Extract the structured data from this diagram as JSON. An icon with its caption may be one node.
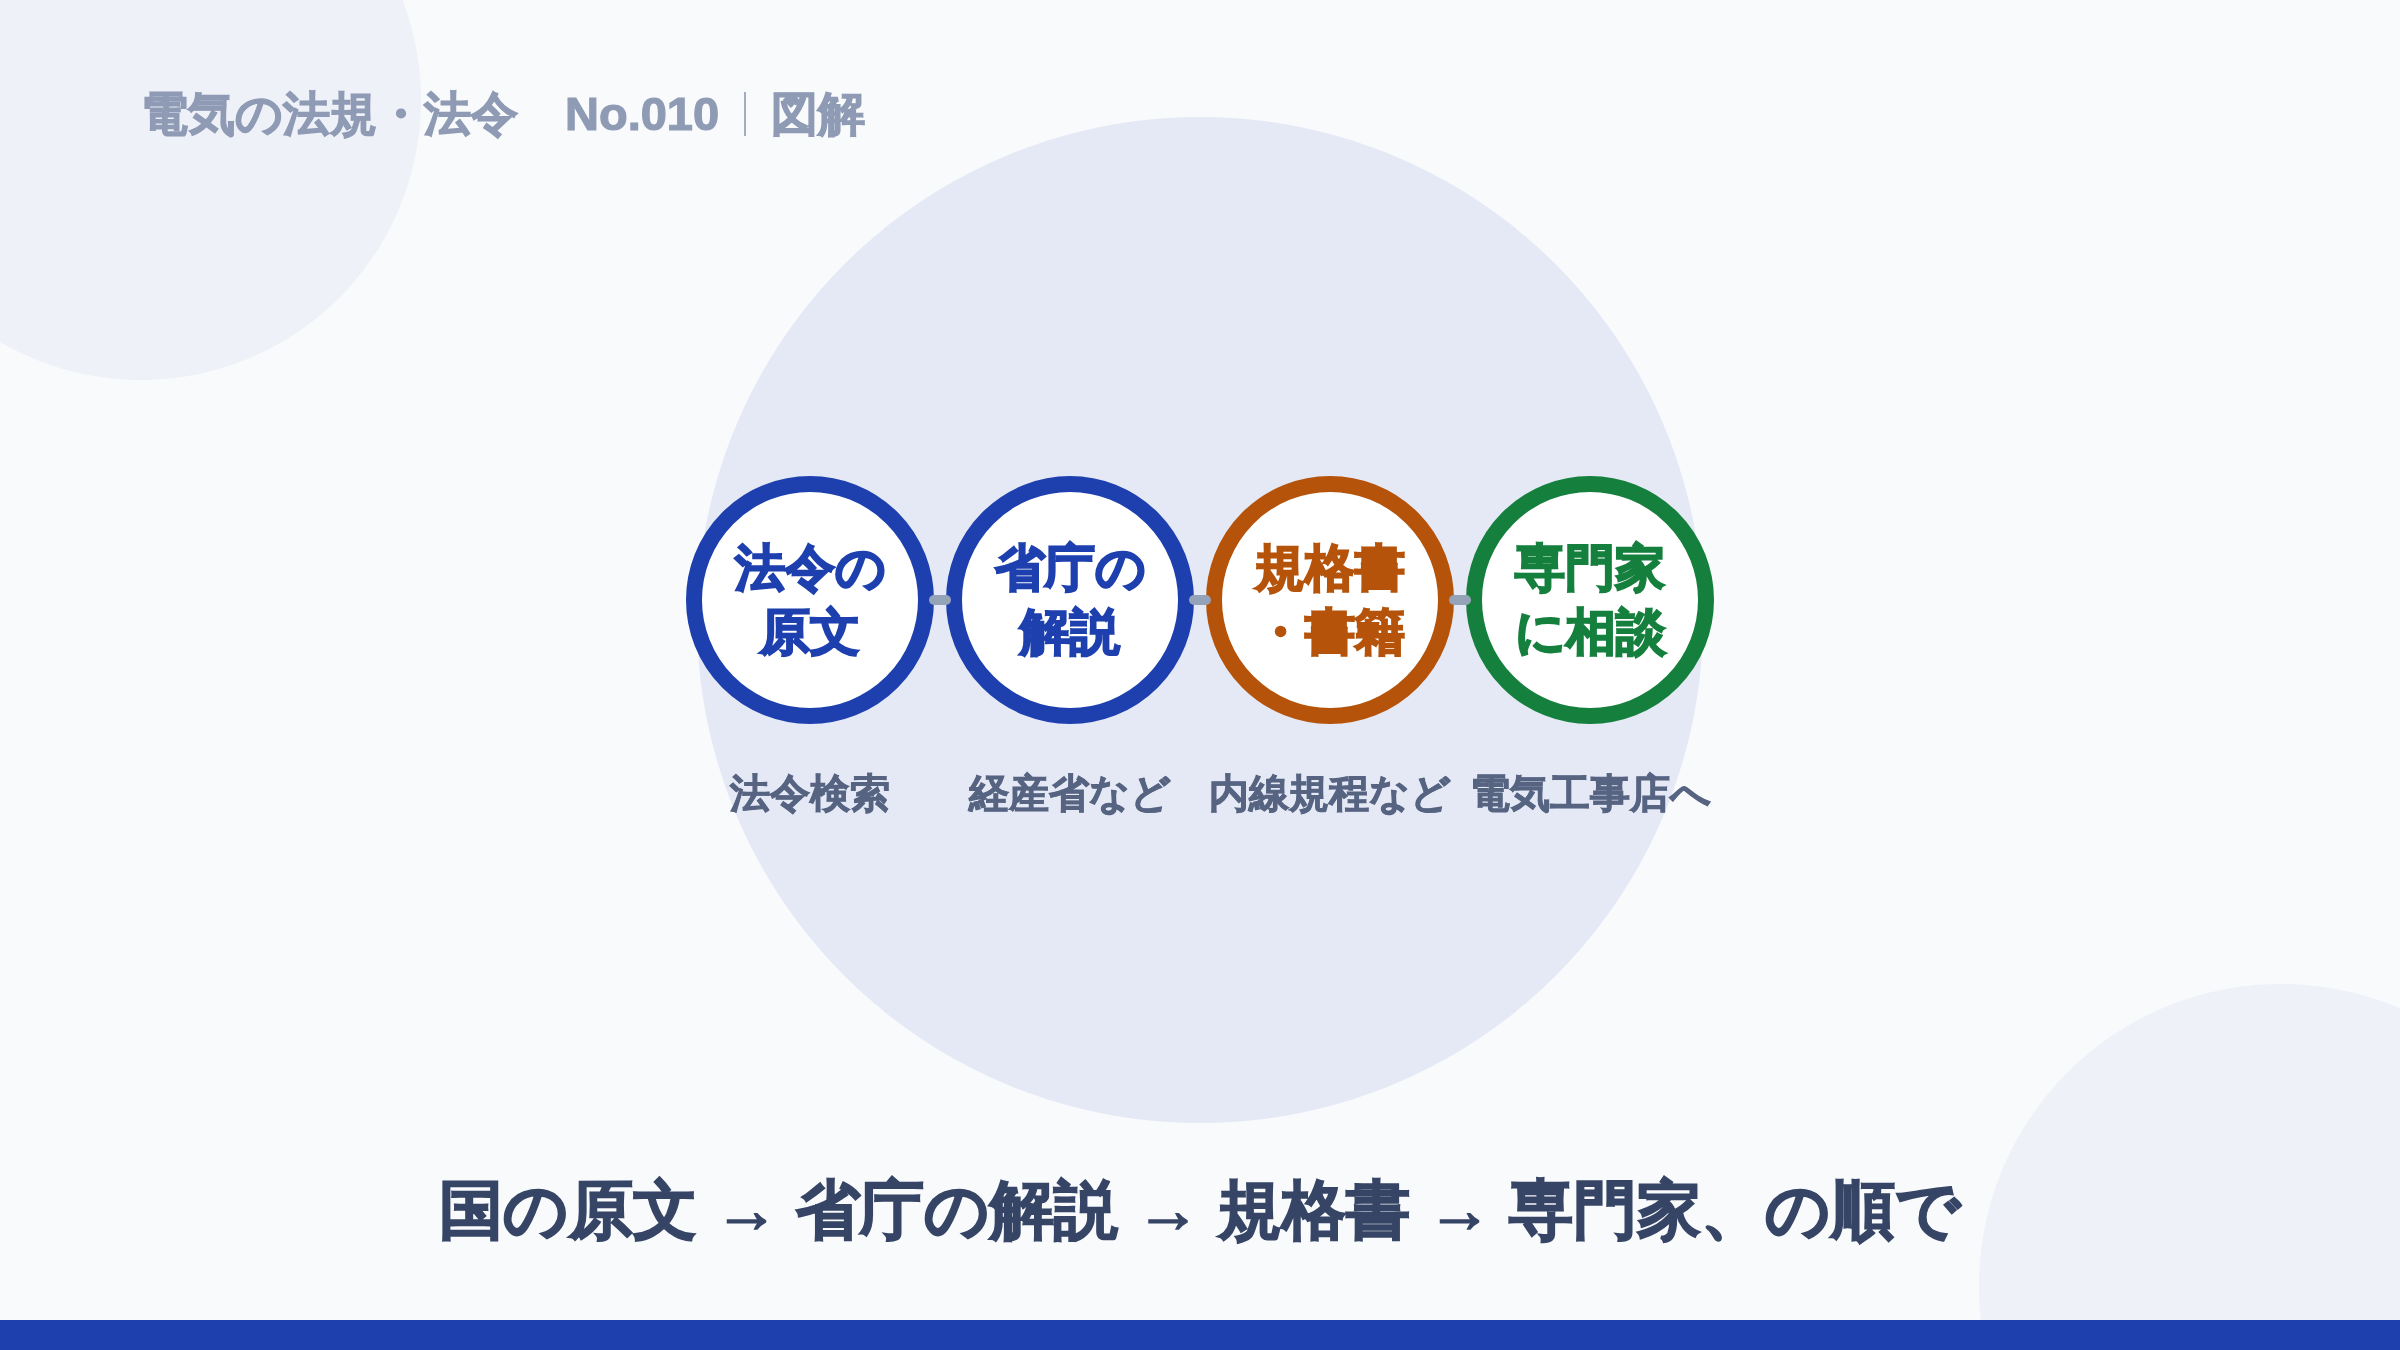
{
  "diagram": {
    "title": "電気の法規・法令　No.010",
    "caption": "国の原文 → 省庁の解説 → 規格書 → 専門家、の順で",
    "nodes": [
      {
        "text": [
          "法令の原文"
        ],
        "beside": [
          "法令検索"
        ]
      },
      {
        "text": [
          "省庁の解説"
        ],
        "beside": [
          "経産省など"
        ]
      },
      {
        "text": [
          "規格書・書籍"
        ],
        "beside": [
          "内線規程など"
        ]
      },
      {
        "text": [
          "専門家に相談"
        ],
        "beside": [
          "電気工事店へ"
        ]
      }
    ],
    "edges": [
      {
        "from": 0,
        "to": 1,
        "arrow": "none"
      },
      {
        "from": 1,
        "to": 2,
        "arrow": "none"
      },
      {
        "from": 2,
        "to": 3,
        "arrow": "none"
      }
    ],
    "labels": [
      "図解"
    ]
  }
}
